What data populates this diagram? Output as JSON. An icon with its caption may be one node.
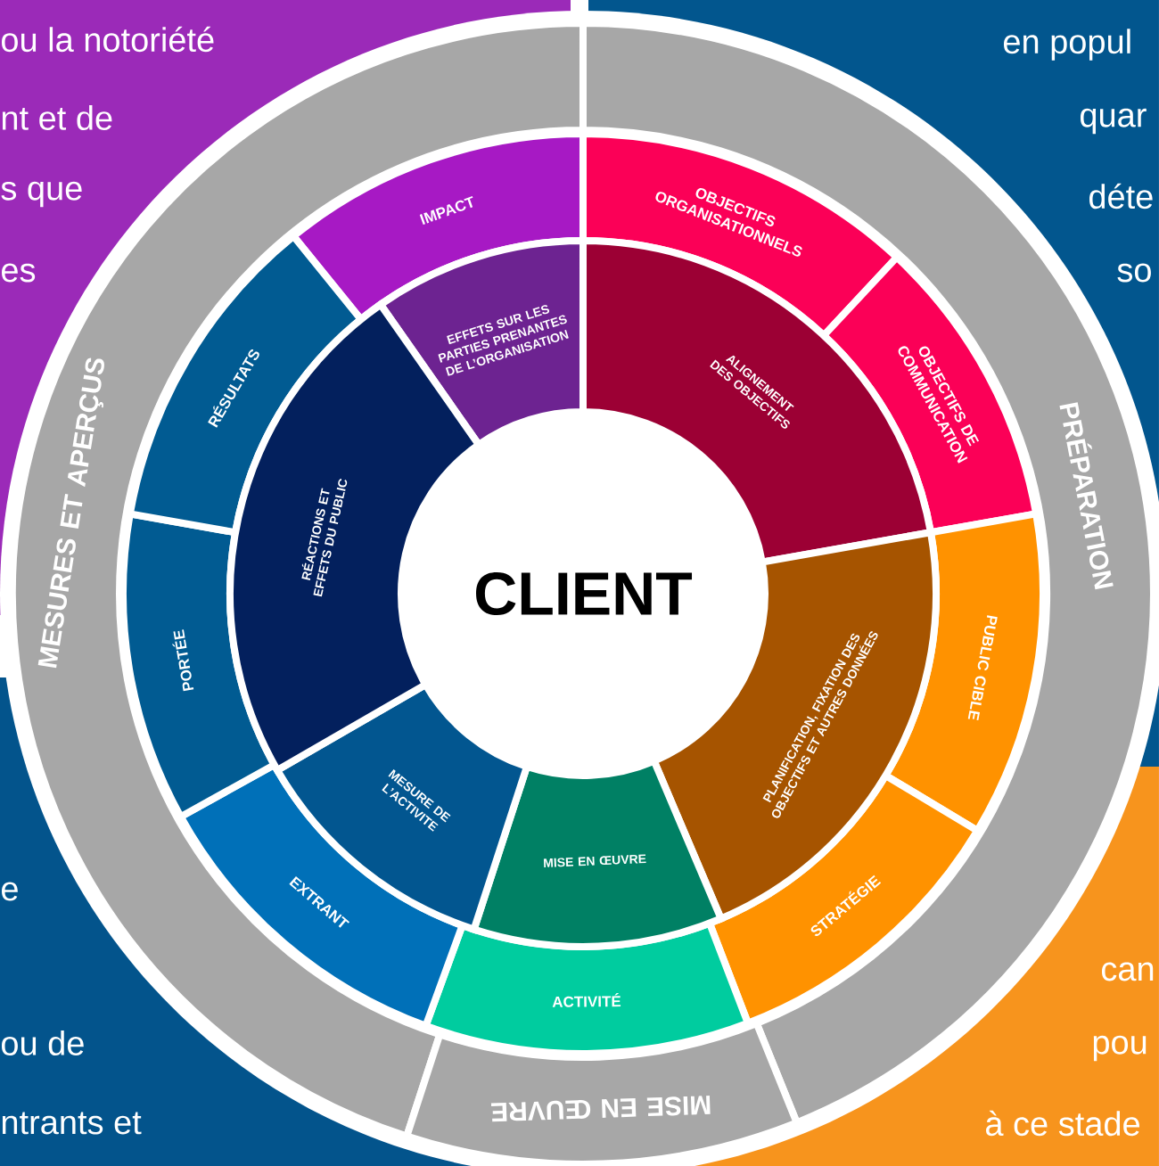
{
  "diagram": {
    "nodes": [
      {
        "text": [
          "MESURES ET APERÇUS"
        ]
      },
      {
        "text": [
          "PRÉPARATION"
        ]
      },
      {
        "text": [
          "MISE EN ŒUVRE"
        ]
      },
      {
        "text": [
          "IMPACT"
        ]
      },
      {
        "text": [
          "OBJECTIFS ORGANISATIONNELS"
        ]
      },
      {
        "text": [
          "OBJECTIFS DE COMMUNICATION"
        ]
      },
      {
        "text": [
          "PUBLIC CIBLE"
        ]
      },
      {
        "text": [
          "STRATÉGIE"
        ]
      },
      {
        "text": [
          "ACTIVITÉ"
        ]
      },
      {
        "text": [
          "EXTRANT"
        ]
      },
      {
        "text": [
          "PORTÉE"
        ]
      },
      {
        "text": [
          "RÉSULTATS"
        ]
      },
      {
        "text": [
          "EFFETS SUR LES PARTIES PRENANTES DE L’ORGANISATION"
        ]
      },
      {
        "text": [
          "ALIGNEMENT DES OBJECTIFS"
        ]
      },
      {
        "text": [
          "PLANIFICATION, FIXATION DES OBJECTIFS ET AUTRES DONNÉES"
        ]
      },
      {
        "text": [
          "MISE EN ŒUVRE"
        ]
      },
      {
        "text": [
          "MESURE DE L’ACTIVITE"
        ]
      },
      {
        "text": [
          "RÉACTIONS ET EFFETS DU PUBLIC"
        ]
      },
      {
        "text": [
          "CLIENT"
        ]
      }
    ],
    "labels": [
      "ou la notoriété",
      "nt et de",
      "s que",
      "es",
      "en popul",
      "quar",
      "déte",
      "so",
      "e",
      "ou de",
      "ntrants et",
      "can",
      "pou",
      "à ce stade"
    ]
  }
}
